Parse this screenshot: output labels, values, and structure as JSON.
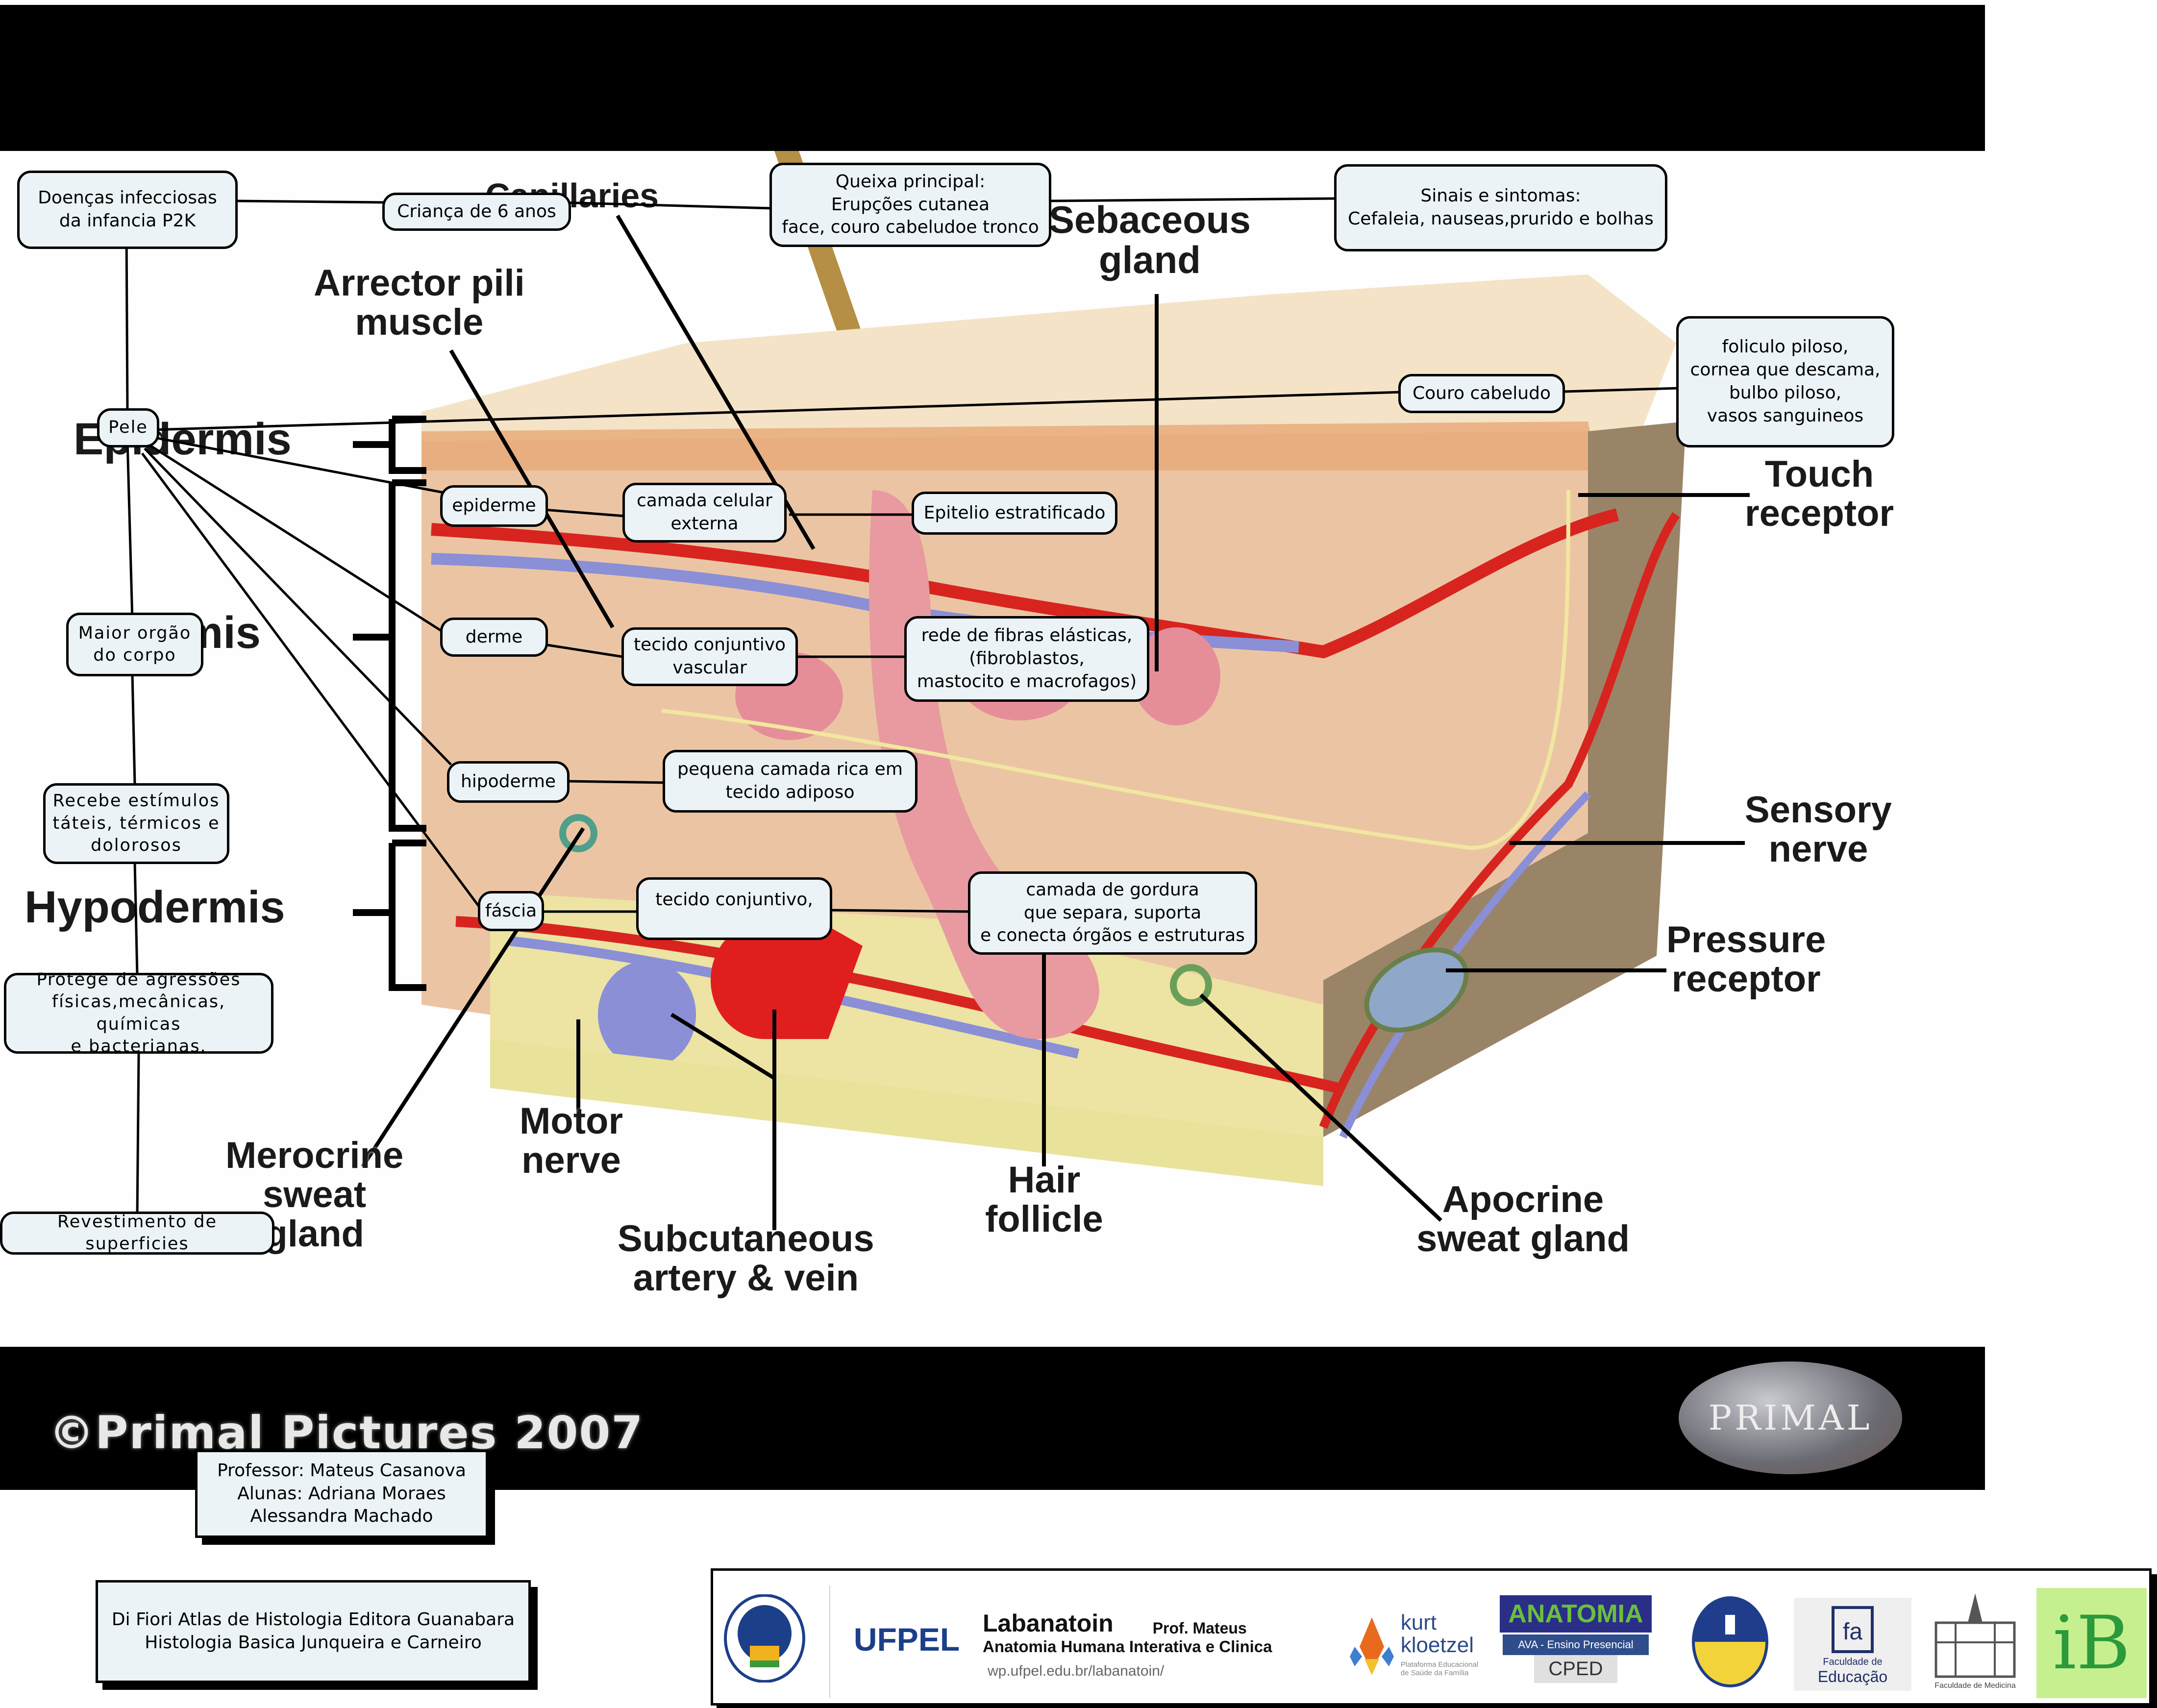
{
  "illustration": {
    "copyright": "©Primal Pictures 2007",
    "brand_logo": "PRIMAL",
    "labels": {
      "capillaries": "Capillaries",
      "sebaceous_gland": "Sebaceous\ngland",
      "arrector_pili": "Arrector pili\nmuscle",
      "epidermis": "Epidermis",
      "dermis": "Dermis",
      "hypodermis": "Hypodermis",
      "touch_receptor": "Touch\nreceptor",
      "sensory_nerve": "Sensory\nnerve",
      "pressure_receptor": "Pressure\nreceptor",
      "merocrine": "Merocrine\nsweat\ngland",
      "motor_nerve": "Motor\nnerve",
      "subcutaneous": "Subcutaneous\nartery & vein",
      "hair_follicle": "Hair\nfollicle",
      "apocrine": "Apocrine\nsweat gland"
    }
  },
  "concept_map": {
    "root": "Doenças infecciosas\nda infancia P2K",
    "crianca": "Criança de 6 anos",
    "queixa": "Queixa principal:\nErupções cutanea\nface, couro cabeludoe tronco",
    "sinais": "Sinais e sintomas:\nCefaleia, nauseas,prurido e bolhas",
    "pele": "Pele",
    "couro": "Couro cabeludo",
    "couro_detail": "foliculo piloso,\ncornea que descama,\nbulbo piloso,\nvasos sanguineos",
    "epiderme": "epiderme",
    "epiderme_1": "camada celular\nexterna",
    "epiderme_2": "Epitelio estratificado",
    "derme": "derme",
    "derme_1": "tecido conjuntivo\nvascular",
    "derme_2": "rede de fibras elásticas,\n(fibroblastos,\nmastocito e macrofagos)",
    "hipoderme": "hipoderme",
    "hipoderme_1": "pequena camada rica em\ntecido adiposo",
    "fascia": "fáscia",
    "fascia_1": "tecido conjuntivo,",
    "fascia_2": "camada de gordura\nque separa, suporta\ne conecta órgãos e estruturas",
    "maior": "Maior orgão\ndo corpo",
    "recebe": "Recebe estímulos\ntáteis, térmicos e\ndolorosos",
    "protege": "Protege de agressões\nfísicas,mecânicas, químicas\ne bacterianas.",
    "revestimento": "Revestimento de superficies"
  },
  "credits": {
    "authors": "Professor: Mateus Casanova\nAlunas: Adriana Moraes\nAlessandra Machado",
    "references": "Di Fiori Atlas de Histologia Editora Guanabara\nHistologia Basica Junqueira e Carneiro"
  },
  "logos": {
    "ufpel": "UFPEL",
    "labanatoin": "Labanatoin",
    "prof": "Prof. Mateus",
    "labanatoin_sub": "Anatomia Humana Interativa e Clinica",
    "url": "wp.ufpel.edu.br/labanatoin/",
    "kurt": "kurt\nkloetzel",
    "kurt_sub": "Plataforma Educacional\nde Saúde da Família",
    "anatomia": "ANATOMIA",
    "ava": "AVA - Ensino Presencial",
    "cped": "CPED",
    "fae_top": "Faculdade de",
    "fae_bottom": "Educação",
    "medicina": "Faculdade de Medicina",
    "ib": "iB"
  },
  "colors": {
    "node_fill": "#ebf3f6",
    "artery": "#d8241f",
    "vein": "#8a8fd6",
    "skin": "#ecc9a9",
    "fat": "#ede3a3"
  }
}
